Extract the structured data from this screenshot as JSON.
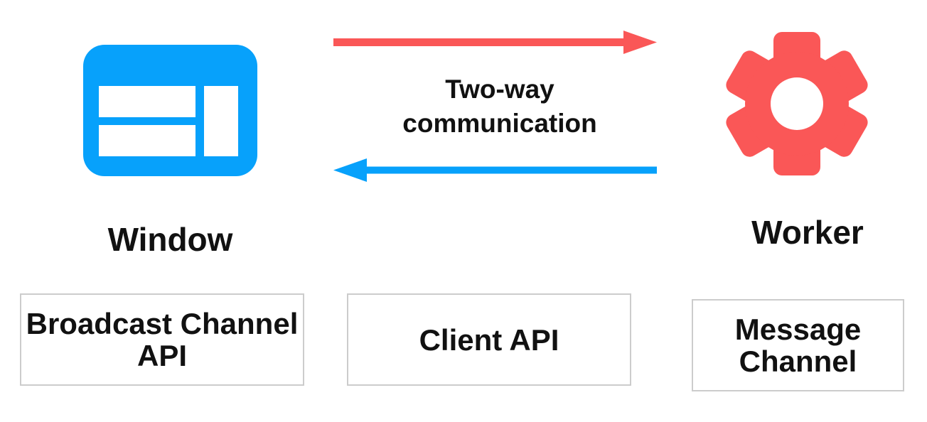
{
  "nodes": {
    "window": {
      "label": "Window",
      "icon": "browser-window-icon",
      "color": "#07A1FB"
    },
    "worker": {
      "label": "Worker",
      "icon": "gear-icon",
      "color": "#FA5757"
    }
  },
  "connection": {
    "label": "Two-way communication",
    "arrows": [
      {
        "icon": "right-arrow-icon",
        "direction": "left-to-right",
        "color": "#FA5757"
      },
      {
        "icon": "left-arrow-icon",
        "direction": "right-to-left",
        "color": "#07A1FB"
      }
    ]
  },
  "api_boxes": [
    {
      "label": "Broadcast Channel API"
    },
    {
      "label": "Client API"
    },
    {
      "label": "Message Channel"
    }
  ],
  "colors": {
    "background": "#FFFFFF",
    "text": "#111111",
    "window_blue": "#07A1FB",
    "worker_red": "#FA5757",
    "box_border": "#CCCCCC"
  }
}
